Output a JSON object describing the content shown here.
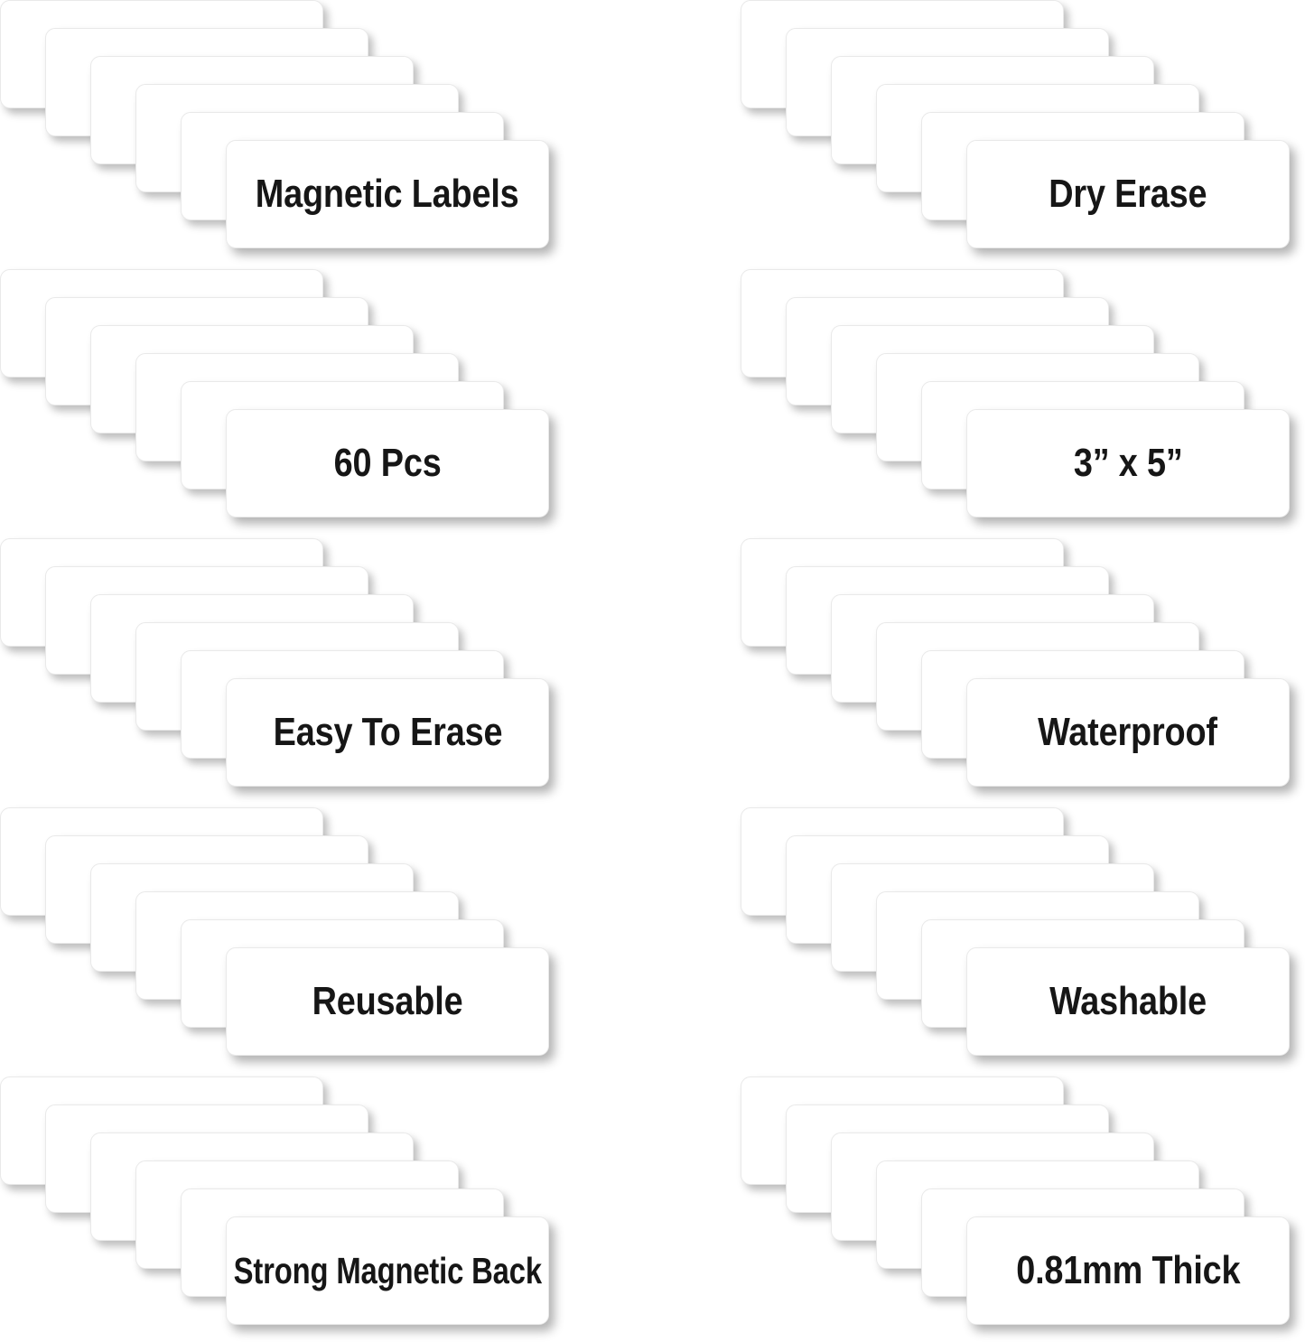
{
  "product": {
    "type": "magnetic-dry-erase-label-stacks",
    "background_color": "#ffffff",
    "card_color": "#ffffff",
    "text_color": "#161616",
    "cards_per_stack": 6
  },
  "columns": [
    {
      "name": "left-column",
      "stacks": [
        {
          "label": "Magnetic Labels"
        },
        {
          "label": "60 Pcs"
        },
        {
          "label": "Easy To Erase"
        },
        {
          "label": "Reusable"
        },
        {
          "label": "Strong Magnetic Back"
        }
      ]
    },
    {
      "name": "right-column",
      "stacks": [
        {
          "label": "Dry Erase"
        },
        {
          "label": "3” x 5”"
        },
        {
          "label": "Waterproof"
        },
        {
          "label": "Washable"
        },
        {
          "label": "0.81mm Thick"
        }
      ]
    }
  ]
}
